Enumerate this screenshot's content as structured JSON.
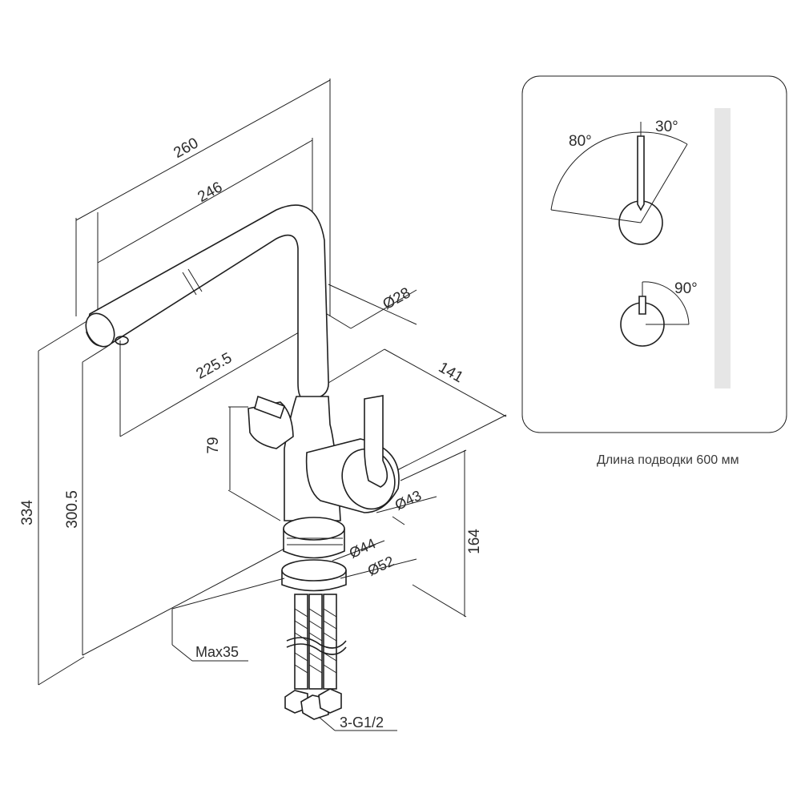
{
  "dimensions": {
    "length_total": "260",
    "length_spout": "246",
    "spout_diameter": "Ø28",
    "reach": "225.5",
    "depth": "141",
    "height_lever": "79",
    "height_total": "334",
    "height_spout": "300.5",
    "handle_diameter": "Ø43",
    "base_diameter_inner": "Ø44",
    "base_diameter_outer": "Ø52",
    "height_body": "164",
    "mount_max": "Max35",
    "connection": "3-G1/2"
  },
  "rotation_panel": {
    "angle_left": "80°",
    "angle_right": "30°",
    "angle_filter": "90°"
  },
  "caption": "Длина подводки 600 мм"
}
